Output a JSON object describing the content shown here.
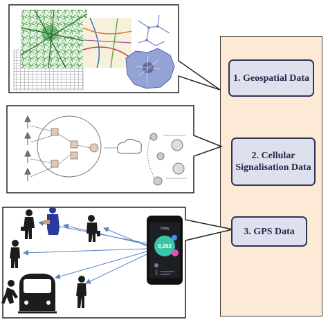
{
  "labels": {
    "geospatial": "1. Geospatial Data",
    "cellular": "2. Cellular Signalisation Data",
    "gps": "3. GPS Data"
  },
  "phone": {
    "top_text": "Today",
    "metric": "9,262"
  },
  "colors": {
    "side_panel": "#fce9d6",
    "label_fill": "#dfe0ee",
    "label_border": "#2e3654",
    "label_text": "#1f2a4a",
    "panel_border": "#222222",
    "arrow_blue": "#5b84c4",
    "map_green": "#2f8f3a",
    "map_blue": "#7a86c8"
  },
  "icons": [
    "antenna-icon",
    "router-icon",
    "cloud-icon",
    "smartphone-icon",
    "person-icon",
    "train-icon",
    "map-icon"
  ]
}
